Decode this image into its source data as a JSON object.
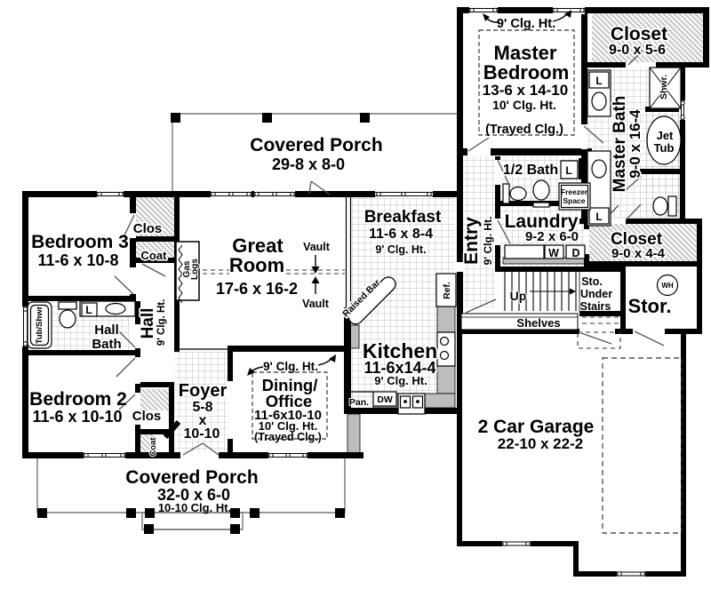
{
  "title": "House floor plan - first floor",
  "colors": {
    "walls": "#000000",
    "background": "#ffffff",
    "tile_grid": "#c9c9c9",
    "hatch": "#8e8e8e",
    "counter_fill": "#bdbdbd",
    "porch_line": "#777777"
  },
  "labels": {
    "porch_top": {
      "title": "Covered Porch",
      "dim": "29-8 x 8-0"
    },
    "master_bedroom": {
      "note": "9' Clg. Ht.",
      "name1": "Master",
      "name2": "Bedroom",
      "dim": "13-6 x 14-10",
      "clg": "10' Clg. Ht.",
      "tray": "(Trayed Clg.)"
    },
    "closet_top": {
      "name": "Closet",
      "dim": "9-0 x 5-6"
    },
    "master_bath": {
      "name": "Master Bath",
      "dim": "9-0 x 16-4",
      "shower": "Shwr.",
      "jet1": "Jet",
      "jet2": "Tub"
    },
    "lav": "L",
    "half_bath": {
      "name": "1/2 Bath"
    },
    "freezer": {
      "line1": "Freezer",
      "line2": "Space"
    },
    "laundry": {
      "name": "Laundry",
      "dim": "9-2 x 6-0",
      "washer": "W",
      "dryer": "D"
    },
    "closet_mid": {
      "name": "Closet",
      "dim": "9-0 x 4-4"
    },
    "entry": {
      "name": "Entry",
      "clg": "9' Clg. Ht."
    },
    "stairs": {
      "up": "Up",
      "sto1": "Sto.",
      "sto2": "Under",
      "sto3": "Stairs",
      "shelves": "Shelves"
    },
    "storage": {
      "name": "Stor.",
      "wh": "WH"
    },
    "garage": {
      "name": "2 Car Garage",
      "dim": "22-10 x 22-2"
    },
    "breakfast": {
      "name": "Breakfast",
      "dim": "11-6 x 8-4",
      "clg": "9' Clg. Ht."
    },
    "kitchen": {
      "name": "Kitchen",
      "dim": "11-6x14-4",
      "clg": "9' Clg. Ht.",
      "bar": "Raised Bar",
      "ref": "Ref.",
      "pan": "Pan.",
      "dw": "DW"
    },
    "great_room": {
      "name1": "Great",
      "name2": "Room",
      "dim": "17-6 x 16-2",
      "vault": "Vault",
      "gas1": "Gas",
      "gas2": "Logs"
    },
    "bedroom3": {
      "name": "Bedroom 3",
      "dim": "11-6 x 10-8",
      "clos": "Clos",
      "coat": "Coat"
    },
    "hall_bath": {
      "name1": "Hall",
      "name2": "Bath",
      "tub": "Tub/Shwr"
    },
    "hall": {
      "name": "Hall",
      "clg": "9' Clg. Ht."
    },
    "bedroom2": {
      "name": "Bedroom 2",
      "dim": "11-6 x 10-10",
      "clos": "Clos",
      "coat": "Coat"
    },
    "foyer": {
      "name": "Foyer",
      "dim1": "5-8",
      "dim2": "x",
      "dim3": "10-10"
    },
    "dining": {
      "note": "9' Clg. Ht.",
      "name1": "Dining/",
      "name2": "Office",
      "dim": "11-6x10-10",
      "clg": "10' Clg. Ht.",
      "tray": "(Trayed Clg.)"
    },
    "porch_bottom": {
      "title": "Covered Porch",
      "dim": "32-0 x 6-0",
      "clg": "10-10 Clg. Ht."
    }
  }
}
